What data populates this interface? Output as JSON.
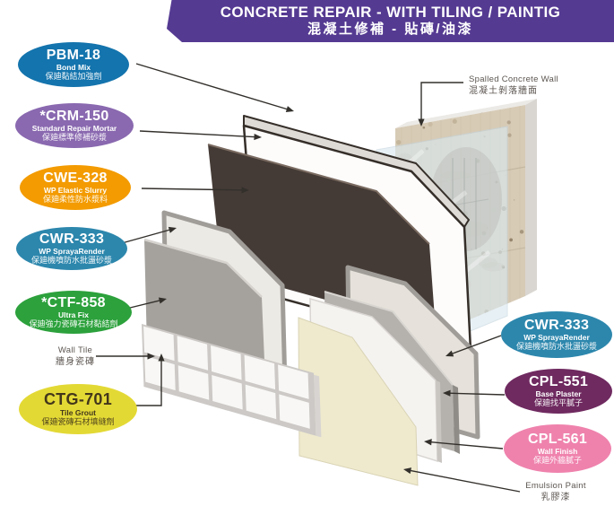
{
  "banner": {
    "title_en": "CONCRETE REPAIR - WITH TILING / PAINTIG",
    "title_zh": "混凝土修補 - 貼磚/油漆",
    "bg": "#553a92"
  },
  "badges_left": [
    {
      "code": "PBM-18",
      "name_en": "Bond Mix",
      "name_zh": "保廸黏結加強劑",
      "color": "#1474ad",
      "text_color": "#ffffff"
    },
    {
      "code": "*CRM-150",
      "name_en": "Standard Repair Mortar",
      "name_zh": "保廸標準修補砂漿",
      "color": "#8a69b0",
      "text_color": "#ffffff"
    },
    {
      "code": "CWE-328",
      "name_en": "WP Elastic Slurry",
      "name_zh": "保廸柔性防水漿料",
      "color": "#f39b00",
      "text_color": "#ffffff"
    },
    {
      "code": "CWR-333",
      "name_en": "WP SprayaRender",
      "name_zh": "保廸機噴防水批盪砂漿",
      "color": "#2d87ad",
      "text_color": "#ffffff"
    },
    {
      "code": "*CTF-858",
      "name_en": "Ultra Fix",
      "name_zh": "保廸強力瓷磚石材黏結劑",
      "color": "#2ca13c",
      "text_color": "#ffffff"
    },
    {
      "code": "CTG-701",
      "name_en": "Tile Grout",
      "name_zh": "保廸瓷磚石材填縫劑",
      "color": "#e3d935",
      "text_color": "#43371b"
    }
  ],
  "badges_right": [
    {
      "code": "CWR-333",
      "name_en": "WP SprayaRender",
      "name_zh": "保廸機噴防水批盪砂漿",
      "color": "#2d87ad",
      "text_color": "#ffffff"
    },
    {
      "code": "CPL-551",
      "name_en": "Base Plaster",
      "name_zh": "保廸找平膩子",
      "color": "#6f2a60",
      "text_color": "#ffffff"
    },
    {
      "code": "CPL-561",
      "name_en": "Wall Finish",
      "name_zh": "保廸外牆膩子",
      "color": "#ef82ad",
      "text_color": "#ffffff"
    }
  ],
  "labels": {
    "spalled": {
      "en": "Spalled Concrete Wall",
      "zh": "混凝土剝落牆面"
    },
    "wall_tile": {
      "en": "Wall Tile",
      "zh": "牆身瓷磚"
    },
    "emulsion": {
      "en": "Emulsion Paint",
      "zh": "乳膠漆"
    }
  }
}
